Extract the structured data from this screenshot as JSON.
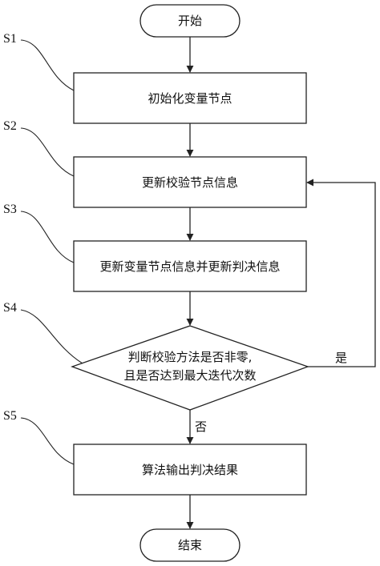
{
  "nodes": {
    "start": "开始",
    "init": "初始化变量节点",
    "update_check": "更新校验节点信息",
    "update_var": "更新变量节点信息并更新判决信息",
    "decision_line1": "判断校验方法是否非零,",
    "decision_line2": "且是否达到最大迭代次数",
    "output": "算法输出判决结果",
    "end": "结束"
  },
  "steps": [
    "S1",
    "S2",
    "S3",
    "S4",
    "S5"
  ],
  "edges": {
    "yes": "是",
    "no": "否"
  }
}
